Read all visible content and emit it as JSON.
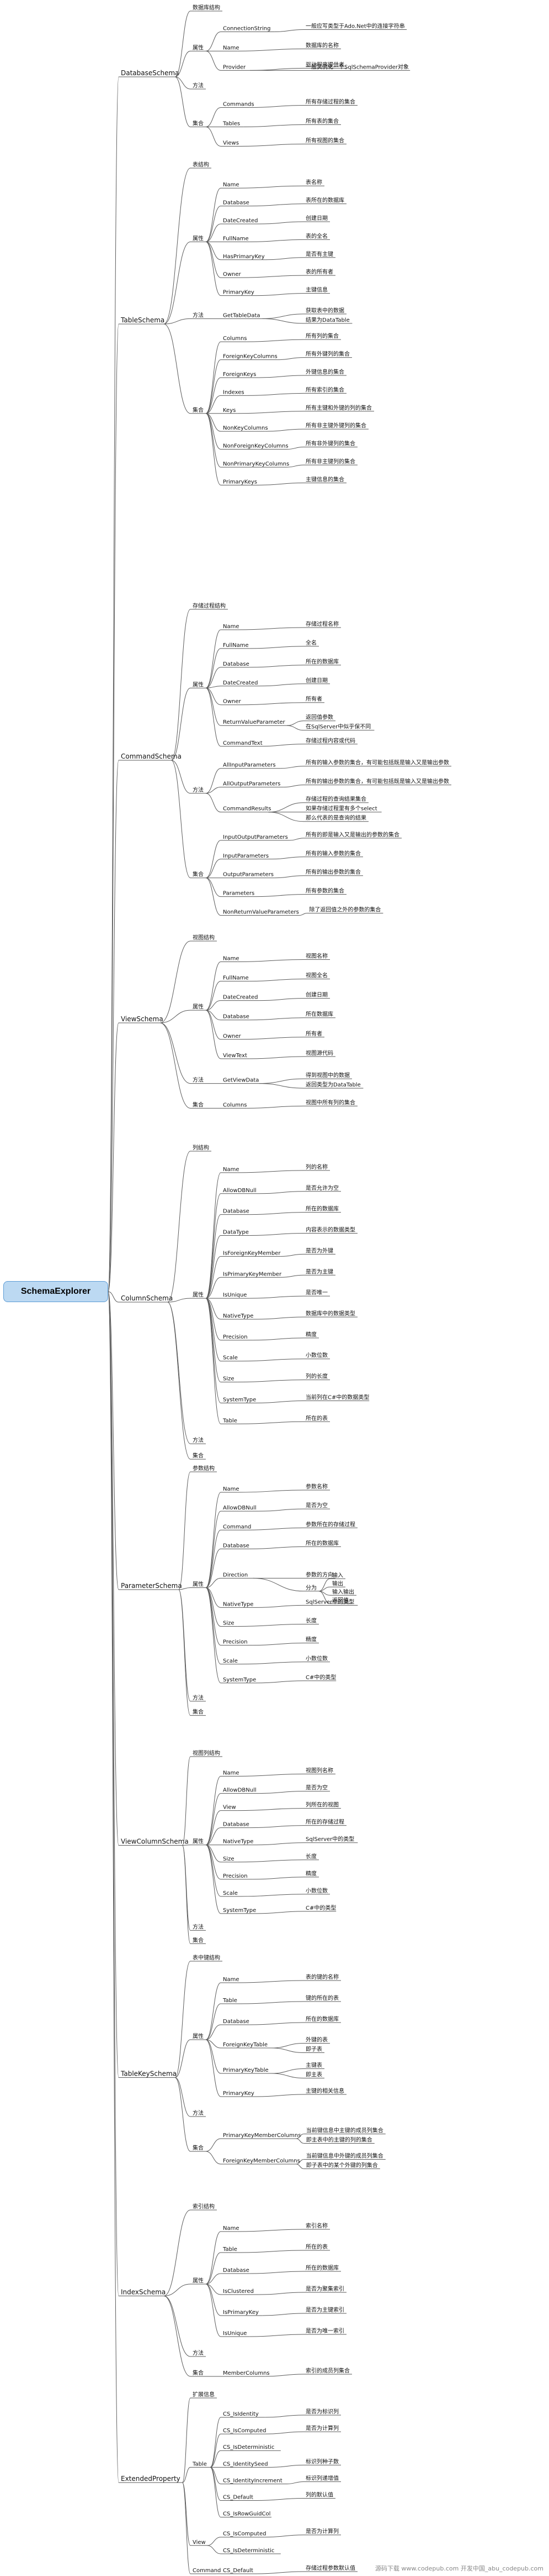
{
  "root": "SchemaExplorer",
  "watermark": "源码下载 www.codepub.com    开发中国_abu_codepub.com",
  "schemas": [
    {
      "name": "DatabaseSchema",
      "sections": [
        {
          "name": "数据库结构",
          "children": [
            {
              "name": "属性",
              "children": [
                {
                  "name": "ConnectionString",
                  "desc": "一般应写类型于Ado.Net中的连接字符串"
                },
                {
                  "name": "Name",
                  "desc": "数据库的名称"
                },
                {
                  "name": "Provider",
                  "desc": "驱动程序提供者",
                  "notes": [
                    "一般实例化一个SqlSchemaProvider对象"
                  ]
                }
              ]
            },
            {
              "name": "方法"
            },
            {
              "name": "集合",
              "children": [
                {
                  "name": "Commands",
                  "desc": "所有存储过程的集合"
                },
                {
                  "name": "Tables",
                  "desc": "所有表的集合"
                },
                {
                  "name": "Views",
                  "desc": "所有视图的集合"
                }
              ]
            }
          ]
        }
      ]
    },
    {
      "name": "TableSchema",
      "sections": [
        {
          "name": "表结构",
          "children": [
            {
              "name": "属性",
              "children": [
                {
                  "name": "Name",
                  "desc": "表名称"
                },
                {
                  "name": "Database",
                  "desc": "表所在的数据库"
                },
                {
                  "name": "DateCreated",
                  "desc": "创建日期"
                },
                {
                  "name": "FullName",
                  "desc": "表的全名"
                },
                {
                  "name": "HasPrimaryKey",
                  "desc": "是否有主键"
                },
                {
                  "name": "Owner",
                  "desc": "表的所有者"
                },
                {
                  "name": "PrimaryKey",
                  "desc": "主键信息"
                }
              ]
            },
            {
              "name": "方法",
              "children": [
                {
                  "name": "GetTableData",
                  "notes": [
                    "获取表中的数据",
                    "结果为DataTable"
                  ]
                }
              ]
            },
            {
              "name": "集合",
              "children": [
                {
                  "name": "Columns",
                  "desc": "所有列的集合"
                },
                {
                  "name": "ForeignKeyColumns",
                  "desc": "所有外键列的集合"
                },
                {
                  "name": "ForeignKeys",
                  "desc": "外键信息的集合"
                },
                {
                  "name": "Indexes",
                  "desc": "所有索引的集合"
                },
                {
                  "name": "Keys",
                  "desc": "所有主键和外键的列的集合"
                },
                {
                  "name": "NonKeyColumns",
                  "desc": "所有非主键外键列的集合"
                },
                {
                  "name": "NonForeignKeyColumns",
                  "desc": "所有非外键列的集合"
                },
                {
                  "name": "NonPrimaryKeyColumns",
                  "desc": "所有非主键列的集合"
                },
                {
                  "name": "PrimaryKeys",
                  "desc": "主键信息的集合"
                }
              ]
            }
          ]
        }
      ]
    },
    {
      "name": "CommandSchema",
      "sections": [
        {
          "name": "存储过程结构",
          "children": [
            {
              "name": "属性",
              "children": [
                {
                  "name": "Name",
                  "desc": "存储过程名称"
                },
                {
                  "name": "FullName",
                  "desc": "全名"
                },
                {
                  "name": "Database",
                  "desc": "所在的数据库"
                },
                {
                  "name": "DateCreated",
                  "desc": "创建日期"
                },
                {
                  "name": "Owner",
                  "desc": "所有者"
                },
                {
                  "name": "ReturnValueParameter",
                  "notes": [
                    "返回值参数",
                    "在SqlServer中似乎保不同"
                  ]
                },
                {
                  "name": "CommandText",
                  "desc": "存储过程内容或代码"
                }
              ]
            },
            {
              "name": "方法",
              "children": [
                {
                  "name": "AllInputParameters",
                  "desc": "所有的输入参数的集合，有可能包括既是输入又是输出参数"
                },
                {
                  "name": "AllOutputParameters",
                  "desc": "所有的输出参数的集合，有可能包括既是输入又是输出参数"
                },
                {
                  "name": "CommandResults",
                  "notes": [
                    "存储过程的查询结果集合",
                    "如果存储过程里有多个select",
                    "那么代表的是查询的结果"
                  ]
                }
              ]
            },
            {
              "name": "集合",
              "children": [
                {
                  "name": "InputOutputParameters",
                  "desc": "所有的即是输入又是输出的参数的集合"
                },
                {
                  "name": "InputParameters",
                  "desc": "所有的输入参数的集合"
                },
                {
                  "name": "OutputParameters",
                  "desc": "所有的输出参数的集合"
                },
                {
                  "name": "Parameters",
                  "desc": "所有参数的集合"
                },
                {
                  "name": "NonReturnValueParameters",
                  "desc": "除了返回值之外的参数的集合"
                }
              ]
            }
          ]
        }
      ]
    },
    {
      "name": "ViewSchema",
      "sections": [
        {
          "name": "视图结构",
          "children": [
            {
              "name": "属性",
              "children": [
                {
                  "name": "Name",
                  "desc": "视图名称"
                },
                {
                  "name": "FullName",
                  "desc": "视图全名"
                },
                {
                  "name": "DateCreated",
                  "desc": "创建日期"
                },
                {
                  "name": "Database",
                  "desc": "所在数据库"
                },
                {
                  "name": "Owner",
                  "desc": "所有者"
                },
                {
                  "name": "ViewText",
                  "desc": "视图源代码"
                }
              ]
            },
            {
              "name": "方法",
              "children": [
                {
                  "name": "GetViewData",
                  "notes": [
                    "得到视图中的数据",
                    "返回类型为DataTable"
                  ]
                }
              ]
            },
            {
              "name": "集合",
              "children": [
                {
                  "name": "Columns",
                  "desc": "视图中所有列的集合"
                }
              ]
            }
          ]
        }
      ]
    },
    {
      "name": "ColumnSchema",
      "sections": [
        {
          "name": "列结构",
          "children": [
            {
              "name": "属性",
              "children": [
                {
                  "name": "Name",
                  "desc": "列的名称"
                },
                {
                  "name": "AllowDBNull",
                  "desc": "是否允许为空"
                },
                {
                  "name": "Database",
                  "desc": "所在的数据库"
                },
                {
                  "name": "DataType",
                  "desc": "内容表示的数据类型"
                },
                {
                  "name": "IsForeignKeyMember",
                  "desc": "是否为外键"
                },
                {
                  "name": "IsPrimaryKeyMember",
                  "desc": "是否为主键"
                },
                {
                  "name": "IsUnique",
                  "desc": "是否唯一"
                },
                {
                  "name": "NativeType",
                  "desc": "数据库中的数据类型"
                },
                {
                  "name": "Precision",
                  "desc": "精度"
                },
                {
                  "name": "Scale",
                  "desc": "小数位数"
                },
                {
                  "name": "Size",
                  "desc": "列的长度"
                },
                {
                  "name": "SystemType",
                  "desc": "当前列在C#中的数据类型"
                },
                {
                  "name": "Table",
                  "desc": "所在的表"
                }
              ]
            },
            {
              "name": "方法"
            },
            {
              "name": "集合"
            }
          ]
        }
      ]
    },
    {
      "name": "ParameterSchema",
      "sections": [
        {
          "name": "参数结构",
          "children": [
            {
              "name": "属性",
              "children": [
                {
                  "name": "Name",
                  "desc": "参数名称"
                },
                {
                  "name": "AllowDBNull",
                  "desc": "是否为空"
                },
                {
                  "name": "Command",
                  "desc": "参数所在的存储过程"
                },
                {
                  "name": "Database",
                  "desc": "所在的数据库"
                },
                {
                  "name": "Direction",
                  "notes": [
                    "参数的方向"
                  ],
                  "sub": {
                    "label": "分为",
                    "items": [
                      "输入",
                      "输出",
                      "输入输出",
                      "返回值"
                    ]
                  }
                },
                {
                  "name": "NativeType",
                  "desc": "SqlServer中的类型"
                },
                {
                  "name": "Size",
                  "desc": "长度"
                },
                {
                  "name": "Precision",
                  "desc": "精度"
                },
                {
                  "name": "Scale",
                  "desc": "小数位数"
                },
                {
                  "name": "SystemType",
                  "desc": "C#中的类型"
                }
              ]
            },
            {
              "name": "方法"
            },
            {
              "name": "集合"
            }
          ]
        }
      ]
    },
    {
      "name": "ViewColumnSchema",
      "sections": [
        {
          "name": "视图列结构",
          "children": [
            {
              "name": "属性",
              "children": [
                {
                  "name": "Name",
                  "desc": "视图列名称"
                },
                {
                  "name": "AllowDBNull",
                  "desc": "是否为空"
                },
                {
                  "name": "View",
                  "desc": "列所在的视图"
                },
                {
                  "name": "Database",
                  "desc": "所在的存储过程"
                },
                {
                  "name": "NativeType",
                  "desc": "SqlServer中的类型"
                },
                {
                  "name": "Size",
                  "desc": "长度"
                },
                {
                  "name": "Precision",
                  "desc": "精度"
                },
                {
                  "name": "Scale",
                  "desc": "小数位数"
                },
                {
                  "name": "SystemType",
                  "desc": "C#中的类型"
                }
              ]
            },
            {
              "name": "方法"
            },
            {
              "name": "集合"
            }
          ]
        }
      ]
    },
    {
      "name": "TableKeySchema",
      "sections": [
        {
          "name": "表中键结构",
          "children": [
            {
              "name": "属性",
              "children": [
                {
                  "name": "Name",
                  "desc": "表的键的名称"
                },
                {
                  "name": "Table",
                  "desc": "键的所在的表"
                },
                {
                  "name": "Database",
                  "desc": "所在的数据库"
                },
                {
                  "name": "ForeignKeyTable",
                  "notes": [
                    "外键的表",
                    "即子表"
                  ]
                },
                {
                  "name": "PrimaryKeyTable",
                  "notes": [
                    "主键表",
                    "即主表"
                  ]
                },
                {
                  "name": "PrimaryKey",
                  "desc": "主键的相关信息"
                }
              ]
            },
            {
              "name": "方法"
            },
            {
              "name": "集合",
              "children": [
                {
                  "name": "PrimaryKeyMemberColumns",
                  "notes": [
                    "当前键信息中主键的成员列集合",
                    "即主表中的主键的列的集合"
                  ]
                },
                {
                  "name": "ForeignKeyMemberColumns",
                  "notes": [
                    "当前键信息中外键的成员列集合",
                    "即子表中的某个外键的列集合"
                  ]
                }
              ]
            }
          ]
        }
      ]
    },
    {
      "name": "IndexSchema",
      "sections": [
        {
          "name": "索引结构",
          "children": [
            {
              "name": "属性",
              "children": [
                {
                  "name": "Name",
                  "desc": "索引名称"
                },
                {
                  "name": "Table",
                  "desc": "所在的表"
                },
                {
                  "name": "Database",
                  "desc": "所在的数据库"
                },
                {
                  "name": "IsClustered",
                  "desc": "是否为聚集索引"
                },
                {
                  "name": "IsPrimaryKey",
                  "desc": "是否为主键索引"
                },
                {
                  "name": "IsUnique",
                  "desc": "是否为唯一索引"
                }
              ]
            },
            {
              "name": "方法"
            },
            {
              "name": "集合",
              "children": [
                {
                  "name": "MemberColumns",
                  "desc": "索引的成员列集合"
                }
              ]
            }
          ]
        }
      ]
    },
    {
      "name": "ExtendedProperty",
      "sections": [
        {
          "name": "扩展信息",
          "children": [
            {
              "name": "Table",
              "children": [
                {
                  "name": "CS_IsIdentity",
                  "desc": "是否为标识列"
                },
                {
                  "name": "CS_IsComputed",
                  "desc": "是否为计算列"
                },
                {
                  "name": "CS_IsDeterministic",
                  "desc": ""
                },
                {
                  "name": "CS_IdentitySeed",
                  "desc": "标识列种子数"
                },
                {
                  "name": "CS_IdentityIncrement",
                  "desc": "标识列递增值"
                },
                {
                  "name": "CS_Default",
                  "desc": "列的默认值"
                },
                {
                  "name": "CS_IsRowGuidCol",
                  "desc": ""
                }
              ]
            },
            {
              "name": "View",
              "children": [
                {
                  "name": "CS_IsComputed",
                  "desc": "是否为计算列"
                },
                {
                  "name": "CS_IsDeterministic",
                  "desc": ""
                }
              ]
            },
            {
              "name": "Command",
              "children": [
                {
                  "name": "CS_Default",
                  "desc": "存储过程参数默认值"
                }
              ]
            }
          ]
        }
      ]
    }
  ]
}
